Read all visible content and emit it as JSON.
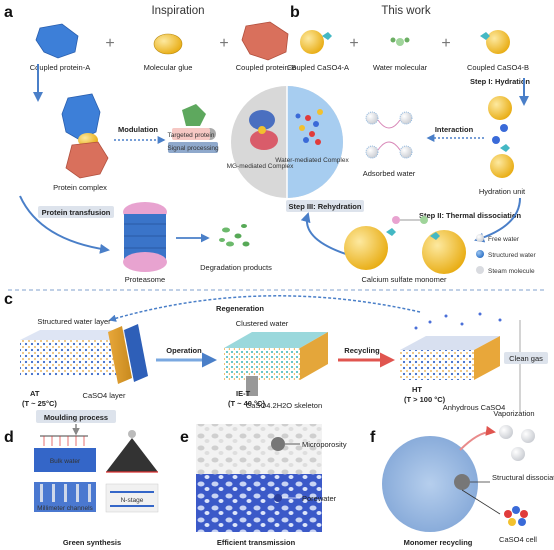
{
  "panel_a": {
    "letter": "a",
    "heading": "Inspiration",
    "coupled_protein_a": "Coupled protein-A",
    "molecular_glue": "Molecular glue",
    "coupled_protein_b": "Coupled protein-B",
    "protein_complex": "Protein complex",
    "modulation": "Modulation",
    "targeted_protein": "Targeted protein",
    "signal_processing": "Signal processing",
    "mg_complex": "MG-mediated Complex",
    "protein_transfusion": "Protein transfusion",
    "proteasome": "Proteasome",
    "degradation_products": "Degradation products"
  },
  "panel_b": {
    "letter": "b",
    "heading": "This work",
    "coupled_caso4_a": "Coupled CaSO4-A",
    "water_molecular": "Water molecular",
    "coupled_caso4_b": "Coupled CaSO4-B",
    "step1": "Step I: Hydration",
    "water_complex": "Water-mediated Complex",
    "interaction": "Interaction",
    "adsorbed_water": "Adsorbed water",
    "hydration_unit": "Hydration unit",
    "step3": "Step III: Rehydration",
    "step2": "Step II: Thermal dissociation",
    "monomer": "Calcium sulfate monomer",
    "legend": [
      "Free water",
      "Structured water",
      "Steam molecule"
    ]
  },
  "panel_c": {
    "letter": "c",
    "regeneration": "Regeneration",
    "structured_layer": "Structured water layer",
    "clustered_water": "Clustered water",
    "operation": "Operation",
    "recycling": "Recycling",
    "at": "AT",
    "at_temp": "(T ~ 25°C)",
    "caso4_layer": "CaSO4 layer",
    "iet": "IE-T",
    "iet_temp": "(T ~ 40 °C)",
    "ht": "HT",
    "ht_temp": "(T > 100 °C)",
    "anhydrous": "Anhydrous CaSO4",
    "clean_gas": "Clean gas",
    "moulding": "Moulding process",
    "skeleton": "CaSO4.2H2O skeleton"
  },
  "panel_d": {
    "letter": "d",
    "bulk_water": "Bulk water",
    "millimeter": "Millimeter channels",
    "nstage": "N-stage",
    "caption": "Green synthesis"
  },
  "panel_e": {
    "letter": "e",
    "microporosity": "Microporosity",
    "porewater": "Porewater",
    "caption": "Efficient transmission"
  },
  "panel_f": {
    "letter": "f",
    "vaporization": "Vaporization",
    "structural": "Structural dissociation",
    "caso4_cell": "CaSO4 cell",
    "caption": "Monomer recycling"
  },
  "colors": {
    "protein_blue": "#3d7fd8",
    "protein_red": "#d9705c",
    "glue_yellow": "#f2c12e",
    "water_teal": "#44b8c4",
    "arrow_blue": "#4a7fc8",
    "arrow_red": "#e0554f",
    "highlight_bg": "#dde3ec"
  }
}
